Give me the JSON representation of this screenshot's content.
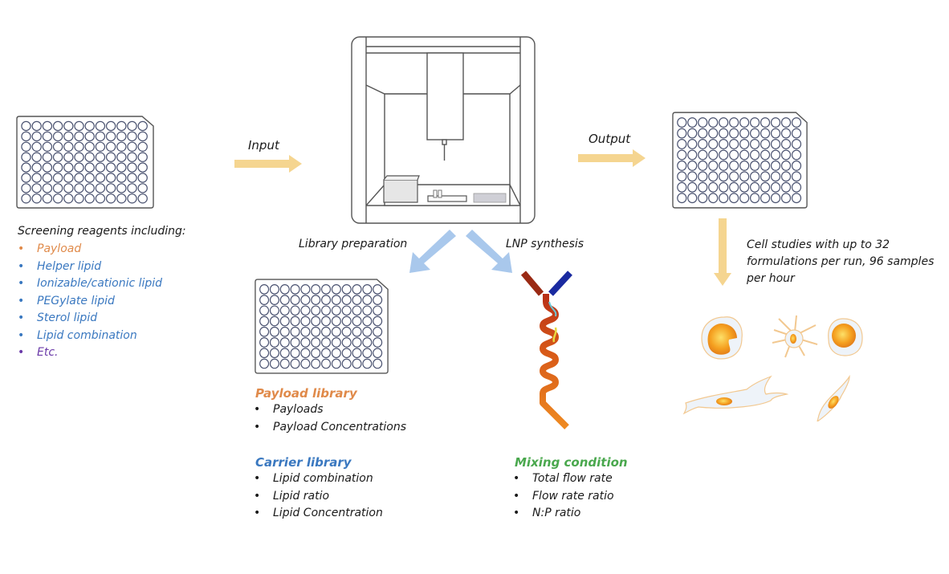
{
  "colors": {
    "orange": "#e08a4a",
    "blue": "#3a78c0",
    "purple": "#6a3aa8",
    "green": "#4aa84e",
    "arrow_yellow": "#f5d590",
    "arrow_blue": "#a9c8ec",
    "text_dark": "#1a1a1a"
  },
  "input_plate": {
    "caption_title": "Screening reagents including:",
    "items": [
      {
        "label": "Payload",
        "color_key": "orange"
      },
      {
        "label": "Helper lipid",
        "color_key": "blue"
      },
      {
        "label": "Ionizable/cationic lipid",
        "color_key": "blue"
      },
      {
        "label": "PEGylate lipid",
        "color_key": "blue"
      },
      {
        "label": "Sterol lipid",
        "color_key": "blue"
      },
      {
        "label": "Lipid combination",
        "color_key": "blue"
      },
      {
        "label": "Etc.",
        "color_key": "purple"
      }
    ]
  },
  "arrows": {
    "input_label": "Input",
    "output_label": "Output"
  },
  "robot": {
    "library_label": "Library preparation",
    "synthesis_label": "LNP synthesis"
  },
  "library": {
    "payload_heading": "Payload library",
    "payload_items": [
      "Payloads",
      "Payload Concentrations"
    ],
    "carrier_heading": "Carrier library",
    "carrier_items": [
      "Lipid combination",
      "Lipid ratio",
      "Lipid Concentration"
    ]
  },
  "mixing": {
    "heading": "Mixing condition",
    "items": [
      "Total flow rate",
      "Flow rate ratio",
      "N:P ratio"
    ]
  },
  "output": {
    "cell_caption_lines": [
      "Cell studies with up to 32",
      "formulations per run, 96 samples",
      "per hour"
    ]
  },
  "icons": {
    "bullet": "•"
  }
}
